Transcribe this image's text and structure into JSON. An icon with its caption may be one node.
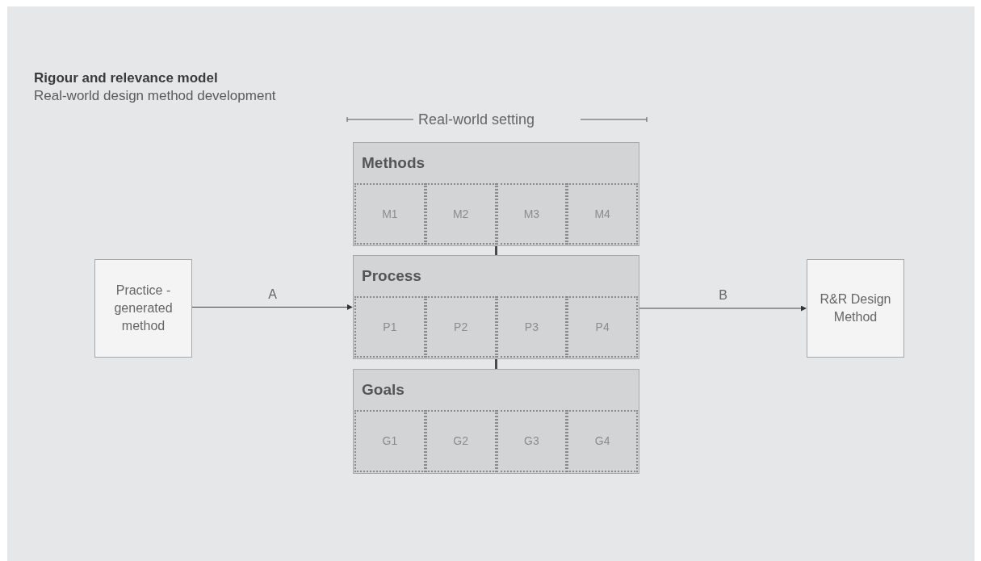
{
  "diagram": {
    "title": "Rigour and relevance model",
    "nodes": [
      {
        "text": [
          "Practice - generated method"
        ]
      },
      {
        "text": [
          "Methods"
        ]
      },
      {
        "text": [
          "M1"
        ],
        "in": 1
      },
      {
        "text": [
          "M2"
        ],
        "in": 1
      },
      {
        "text": [
          "M3"
        ],
        "in": 1
      },
      {
        "text": [
          "M4"
        ],
        "in": 1
      },
      {
        "text": [
          "Process"
        ]
      },
      {
        "text": [
          "P1"
        ],
        "in": 6
      },
      {
        "text": [
          "P2"
        ],
        "in": 6
      },
      {
        "text": [
          "P3"
        ],
        "in": 6
      },
      {
        "text": [
          "P4"
        ],
        "in": 6
      },
      {
        "text": [
          "Goals"
        ]
      },
      {
        "text": [
          "G1"
        ],
        "in": 11
      },
      {
        "text": [
          "G2"
        ],
        "in": 11
      },
      {
        "text": [
          "G3"
        ],
        "in": 11
      },
      {
        "text": [
          "G4"
        ],
        "in": 11
      },
      {
        "text": [
          "R&R Design Method"
        ]
      }
    ],
    "edges": [
      {
        "from": 0,
        "to": 6,
        "arrow": "to",
        "label": "A"
      },
      {
        "from": 1,
        "to": 6,
        "arrow": "none",
        "style": "thick"
      },
      {
        "from": 6,
        "to": 11,
        "arrow": "none",
        "style": "thick"
      },
      {
        "from": 6,
        "to": 16,
        "arrow": "to",
        "label": "B"
      }
    ],
    "labels": [
      "Real-world design method development",
      "Real-world setting"
    ]
  }
}
